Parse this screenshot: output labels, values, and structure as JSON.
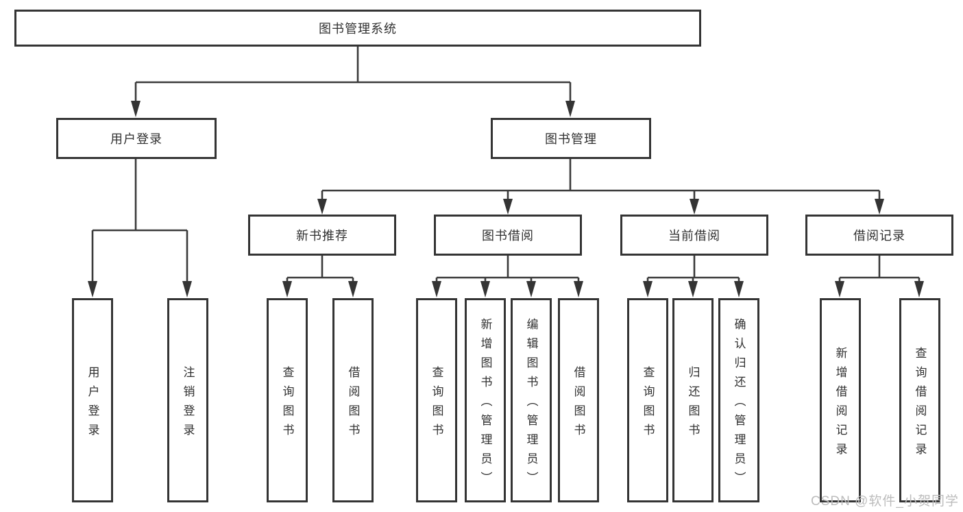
{
  "diagram_title": "图书管理系统",
  "colors": {
    "line": "#3a3a3a",
    "box_border": "#343434",
    "text": "#303030",
    "watermark": "#bcbcbc",
    "background": "#ffffff"
  },
  "nodes": {
    "root": "图书管理系统",
    "user_login": "用户登录",
    "book_management": "图书管理",
    "new_book_recommend": "新书推荐",
    "book_borrowing": "图书借阅",
    "current_borrowing": "当前借阅",
    "borrow_records": "借阅记录",
    "leaf_user_login": "用户登录",
    "leaf_logout": "注销登录",
    "leaf_query_books_a": "查询图书",
    "leaf_borrow_books_a": "借阅图书",
    "leaf_query_books_b": "查询图书",
    "leaf_add_book_admin": "新增图书（管理员）",
    "leaf_edit_book_admin": "编辑图书（管理员）",
    "leaf_borrow_books_b": "借阅图书",
    "leaf_query_books_c": "查询图书",
    "leaf_return_book": "归还图书",
    "leaf_confirm_return_admin": "确认归还（管理员）",
    "leaf_add_borrow_record": "新增借阅记录",
    "leaf_query_borrow_record": "查询借阅记录"
  },
  "watermark": "CSDN @软件_小贺同学"
}
